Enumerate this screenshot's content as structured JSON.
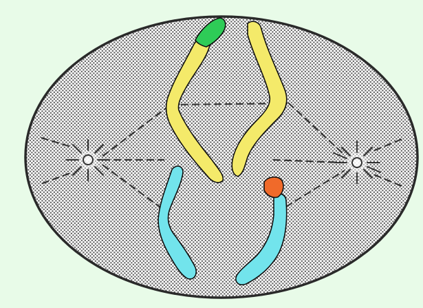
{
  "background_color": "#e8fbe8",
  "cell": {
    "fill": "#ffffff",
    "stipple_color": "#6a6a6a",
    "outline_color": "#2a2a2a"
  },
  "spindle": {
    "line_color": "#333333",
    "style": "dashed",
    "poles": [
      "left-aster",
      "right-aster"
    ]
  },
  "chromosomes": [
    {
      "name": "upper-left",
      "body_color": "#f4ea6a",
      "tip_color": "#2ecc57"
    },
    {
      "name": "upper-right",
      "body_color": "#f4ea6a"
    },
    {
      "name": "lower-left",
      "body_color": "#72e4ec"
    },
    {
      "name": "lower-right",
      "body_color": "#72e4ec",
      "tip_color": "#f06a2a"
    }
  ]
}
